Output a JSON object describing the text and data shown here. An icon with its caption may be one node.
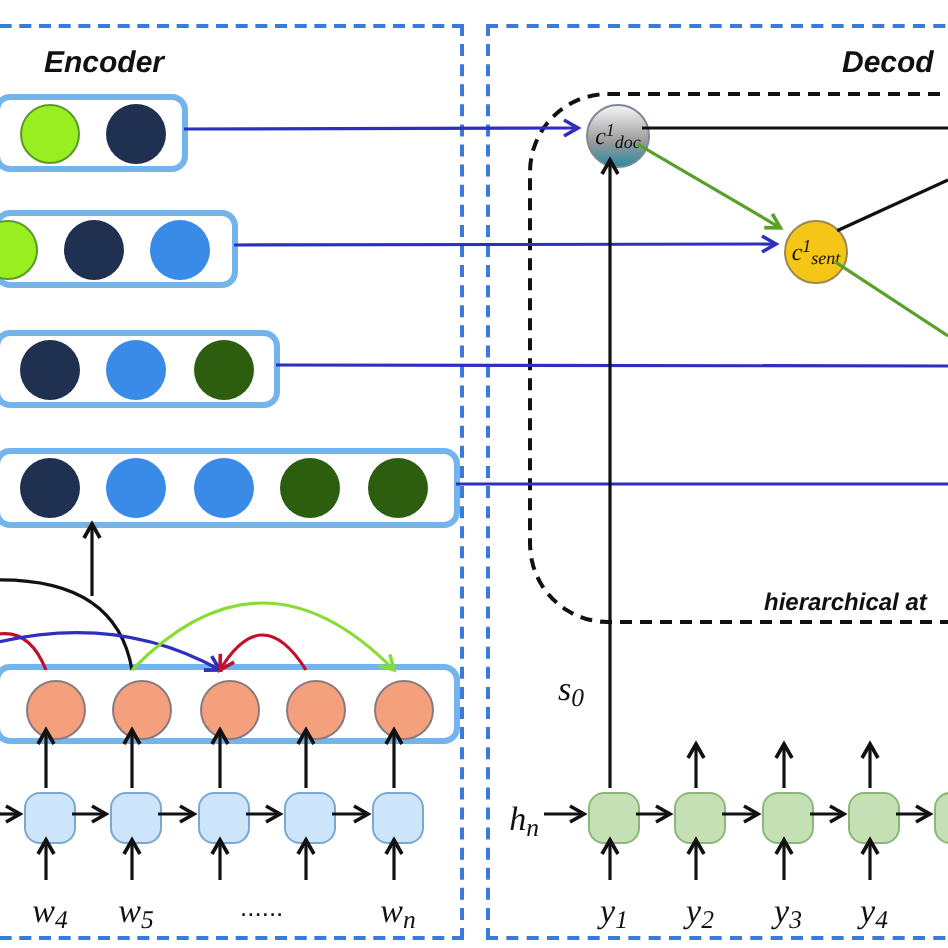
{
  "diagram": {
    "nodes": [
      {
        "text": [
          "Encoder"
        ]
      },
      {
        "text": [],
        "shape": "box",
        "in": 0
      },
      {
        "text": [],
        "shape": "box",
        "in": 0
      },
      {
        "text": [],
        "shape": "box",
        "in": 0
      },
      {
        "text": [],
        "shape": "box",
        "in": 0
      },
      {
        "text": [],
        "shape": "box",
        "in": 0
      },
      {
        "text": [],
        "shape": "circle",
        "in": 5
      },
      {
        "text": [],
        "shape": "circle",
        "in": 5
      },
      {
        "text": [],
        "shape": "circle",
        "in": 5
      },
      {
        "text": [],
        "shape": "circle",
        "in": 5
      },
      {
        "text": [],
        "shape": "circle",
        "in": 5
      },
      {
        "text": [],
        "shape": "box",
        "in": 0
      },
      {
        "text": [],
        "shape": "box",
        "in": 0
      },
      {
        "text": [],
        "shape": "box",
        "in": 0
      },
      {
        "text": [],
        "shape": "box",
        "in": 0
      },
      {
        "text": [],
        "shape": "box",
        "in": 0
      },
      {
        "text": [
          "w$_{4}$"
        ],
        "in": 0
      },
      {
        "text": [
          "w$_{5}$"
        ],
        "in": 0
      },
      {
        "text": [
          "w$_{n}$"
        ],
        "in": 0
      },
      {
        "text": [
          "Decod"
        ]
      },
      {
        "text": [
          "hierarchical at"
        ],
        "in": 19
      },
      {
        "text": [
          "c$^{1}$$_{doc}$"
        ],
        "in": 20
      },
      {
        "text": [
          "c$^{1}$$_{sent}$"
        ],
        "in": 20
      },
      {
        "text": [],
        "shape": "box",
        "in": 19
      },
      {
        "text": [],
        "shape": "box",
        "in": 19
      },
      {
        "text": [],
        "shape": "box",
        "in": 19
      },
      {
        "text": [],
        "shape": "box",
        "in": 19
      },
      {
        "text": [],
        "shape": "box",
        "in": 19
      },
      {
        "text": [
          "h$_{n}$"
        ],
        "in": 19
      },
      {
        "text": [
          "y$_{1}$"
        ],
        "in": 19
      },
      {
        "text": [
          "y$_{2}$"
        ],
        "in": 19
      },
      {
        "text": [
          "y$_{3}$"
        ],
        "in": 19
      },
      {
        "text": [
          "y$_{4}$"
        ],
        "in": 19
      }
    ],
    "edges": [
      {
        "from": 1,
        "to": 21,
        "arrow": "to",
        "color": "#2e2ec0"
      },
      {
        "from": 2,
        "to": 22,
        "arrow": "to",
        "color": "#2e2ec0"
      },
      {
        "from": 3,
        "to": null,
        "arrow": "none",
        "color": "#2e2ec0"
      },
      {
        "from": 4,
        "to": null,
        "arrow": "none",
        "color": "#2e2ec0"
      },
      {
        "from": 21,
        "to": null,
        "arrow": "none"
      },
      {
        "from": 21,
        "to": 22,
        "arrow": "to",
        "color": "#5aa02a"
      },
      {
        "from": 22,
        "to": null,
        "arrow": "none"
      },
      {
        "from": 22,
        "to": null,
        "arrow": "none",
        "color": "#5aa02a"
      },
      {
        "from": 23,
        "to": 21,
        "arrow": "to",
        "label": "s$_{0}$"
      },
      {
        "from": null,
        "to": 4,
        "arrow": "to"
      },
      {
        "from": 6,
        "to": null,
        "arrow": "none",
        "color": "#c0102a"
      },
      {
        "from": null,
        "to": 7,
        "arrow": "none"
      },
      {
        "from": null,
        "to": 8,
        "arrow": "to",
        "color": "#2e2ec0"
      },
      {
        "from": 7,
        "to": 10,
        "arrow": "to",
        "color": "#88dd33"
      },
      {
        "from": 9,
        "to": 8,
        "arrow": "to",
        "color": "#c0102a"
      },
      {
        "from": 11,
        "to": 6,
        "arrow": "to"
      },
      {
        "from": 12,
        "to": 7,
        "arrow": "to"
      },
      {
        "from": 13,
        "to": 8,
        "arrow": "to"
      },
      {
        "from": 14,
        "to": 9,
        "arrow": "to"
      },
      {
        "from": 15,
        "to": 10,
        "arrow": "to"
      },
      {
        "from": null,
        "to": 11,
        "arrow": "to"
      },
      {
        "from": 11,
        "to": 12,
        "arrow": "to"
      },
      {
        "from": 12,
        "to": 13,
        "arrow": "to"
      },
      {
        "from": 13,
        "to": 14,
        "arrow": "to"
      },
      {
        "from": 14,
        "to": 15,
        "arrow": "to"
      },
      {
        "from": 16,
        "to": 11,
        "arrow": "to"
      },
      {
        "from": 17,
        "to": 12,
        "arrow": "to"
      },
      {
        "from": null,
        "to": 13,
        "arrow": "to"
      },
      {
        "from": null,
        "to": 14,
        "arrow": "to"
      },
      {
        "from": 18,
        "to": 15,
        "arrow": "to"
      },
      {
        "from": 28,
        "to": 23,
        "arrow": "to"
      },
      {
        "from": 23,
        "to": 24,
        "arrow": "to"
      },
      {
        "from": 24,
        "to": 25,
        "arrow": "to"
      },
      {
        "from": 25,
        "to": 26,
        "arrow": "to"
      },
      {
        "from": 26,
        "to": 27,
        "arrow": "to"
      },
      {
        "from": 29,
        "to": 23,
        "arrow": "to"
      },
      {
        "from": 30,
        "to": 24,
        "arrow": "to"
      },
      {
        "from": 31,
        "to": 25,
        "arrow": "to"
      },
      {
        "from": 32,
        "to": 26,
        "arrow": "to"
      },
      {
        "from": 24,
        "to": null,
        "arrow": "to"
      },
      {
        "from": 25,
        "to": null,
        "arrow": "to"
      },
      {
        "from": 26,
        "to": null,
        "arrow": "to"
      }
    ],
    "labels": [
      "......"
    ]
  }
}
